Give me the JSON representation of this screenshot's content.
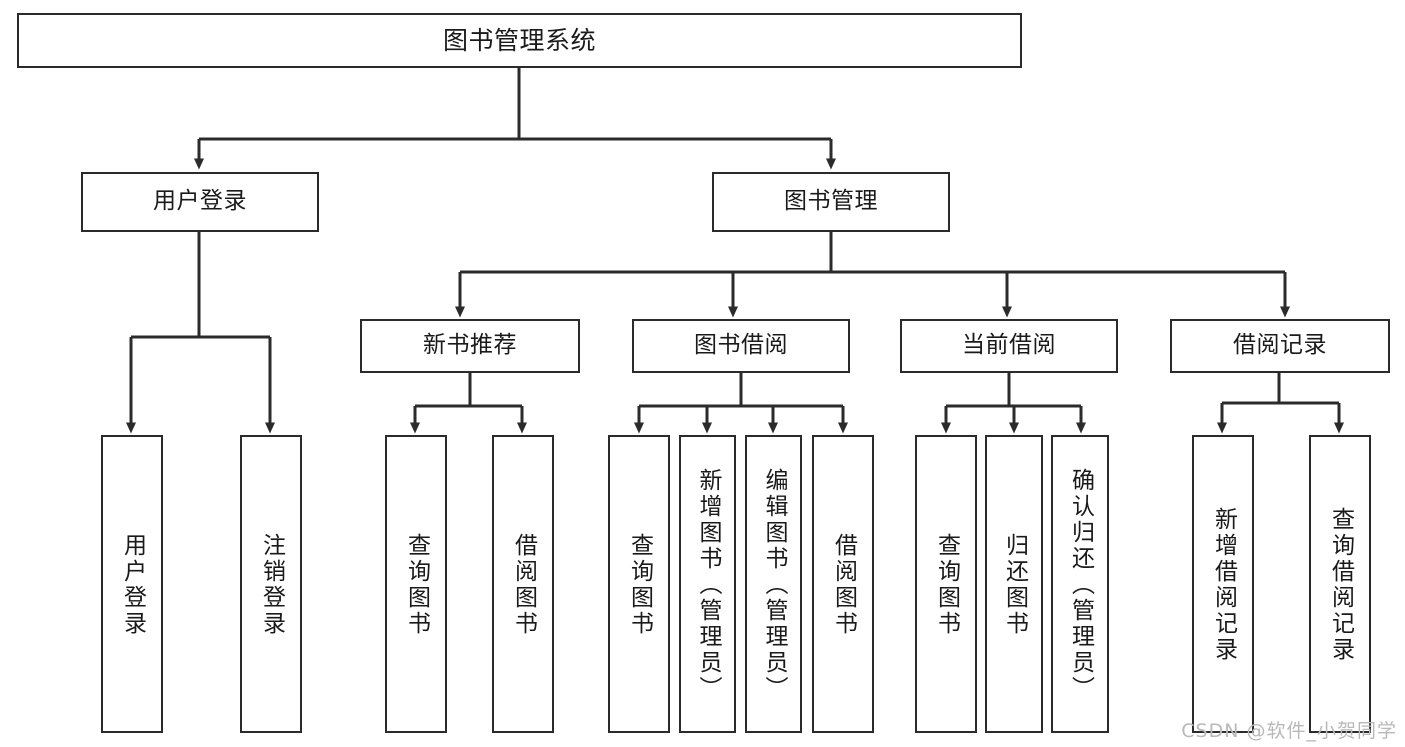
{
  "diagram": {
    "title": "图书管理系统",
    "type": "tree-hierarchy-chart",
    "colors": {
      "box_stroke": "#2b2b2b",
      "box_fill": "#ffffff",
      "connector": "#2b2b2b",
      "text": "#1a1a1a",
      "watermark": "#b9b9b9",
      "background": "#ffffff"
    },
    "root": {
      "label": "图书管理系统"
    },
    "level1": [
      {
        "id": "user-login",
        "label": "用户登录"
      },
      {
        "id": "book-manage",
        "label": "图书管理"
      }
    ],
    "level2": [
      {
        "id": "new-book-recommend",
        "label": "新书推荐",
        "parent": "book-manage"
      },
      {
        "id": "book-borrow",
        "label": "图书借阅",
        "parent": "book-manage"
      },
      {
        "id": "current-borrow",
        "label": "当前借阅",
        "parent": "book-manage"
      },
      {
        "id": "borrow-record",
        "label": "借阅记录",
        "parent": "book-manage"
      }
    ],
    "leaves": {
      "user-login": [
        {
          "id": "leaf-user-login",
          "label": "用户登录"
        },
        {
          "id": "leaf-user-logout",
          "label": "注销登录"
        }
      ],
      "new-book-recommend": [
        {
          "id": "leaf-query-book-1",
          "label": "查询图书"
        },
        {
          "id": "leaf-borrow-book-1",
          "label": "借阅图书"
        }
      ],
      "book-borrow": [
        {
          "id": "leaf-query-book-2",
          "label": "查询图书"
        },
        {
          "id": "leaf-add-book-admin",
          "label": "新增图书（管理员）"
        },
        {
          "id": "leaf-edit-book-admin",
          "label": "编辑图书（管理员）"
        },
        {
          "id": "leaf-borrow-book-2",
          "label": "借阅图书"
        }
      ],
      "current-borrow": [
        {
          "id": "leaf-query-book-3",
          "label": "查询图书"
        },
        {
          "id": "leaf-return-book",
          "label": "归还图书"
        },
        {
          "id": "leaf-confirm-return-admin",
          "label": "确认归还（管理员）"
        }
      ],
      "borrow-record": [
        {
          "id": "leaf-add-borrow-record",
          "label": "新增借阅记录"
        },
        {
          "id": "leaf-query-borrow-record",
          "label": "查询借阅记录"
        }
      ]
    },
    "watermark": "CSDN @软件_小贺同学"
  }
}
